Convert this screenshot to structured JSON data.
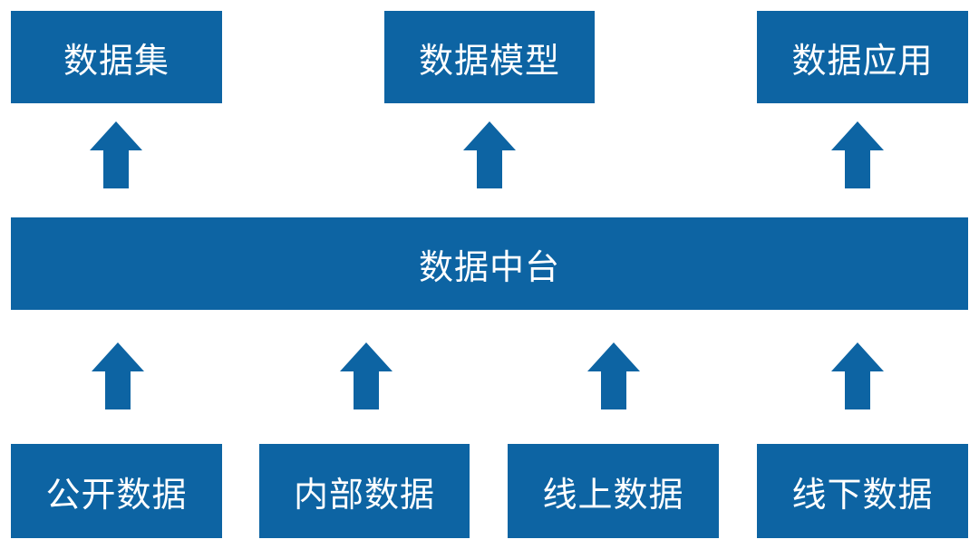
{
  "colors": {
    "box_fill": "#0d64a3",
    "arrow_fill": "#0d64a3",
    "text": "#ffffff",
    "background": "#ffffff"
  },
  "top": {
    "boxes": [
      {
        "label": "数据集"
      },
      {
        "label": "数据模型"
      },
      {
        "label": "数据应用"
      }
    ]
  },
  "middle": {
    "label": "数据中台"
  },
  "bottom": {
    "boxes": [
      {
        "label": "公开数据"
      },
      {
        "label": "内部数据"
      },
      {
        "label": "线上数据"
      },
      {
        "label": "线下数据"
      }
    ]
  },
  "arrows": {
    "icon": "arrow-up-icon"
  }
}
